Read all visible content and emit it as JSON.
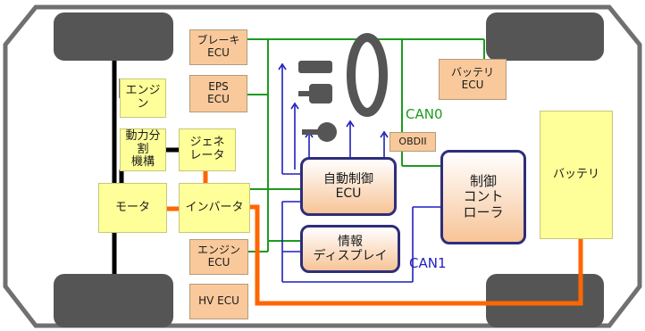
{
  "diagram": {
    "ecus": {
      "brake": "ブレーキ\nECU",
      "eps": "EPS\nECU",
      "battery_ecu": "バッテリ\nECU",
      "obd": "OBDII",
      "engine_ecu": "エンジン\nECU",
      "hv_ecu": "HV ECU"
    },
    "drivetrain": {
      "engine": "エンジン",
      "power_split": "動力分割\n機構",
      "generator": "ジェネ\nレータ",
      "motor": "モータ",
      "inverter": "インバータ",
      "battery": "バッテリ"
    },
    "controllers": {
      "auto_control": "自動制御\nECU",
      "info_display": "情報\nディスプレイ",
      "main_controller": "制御\nコント\nローラ"
    },
    "buses": {
      "can0": "CAN0",
      "can1": "CAN1"
    },
    "colors": {
      "can0": "#1f9a1f",
      "can1": "#1f1fbf",
      "power": "#ff6600",
      "ecu_fill": "#f9c99b",
      "component_fill": "#ffff99",
      "tire": "#555555"
    }
  }
}
